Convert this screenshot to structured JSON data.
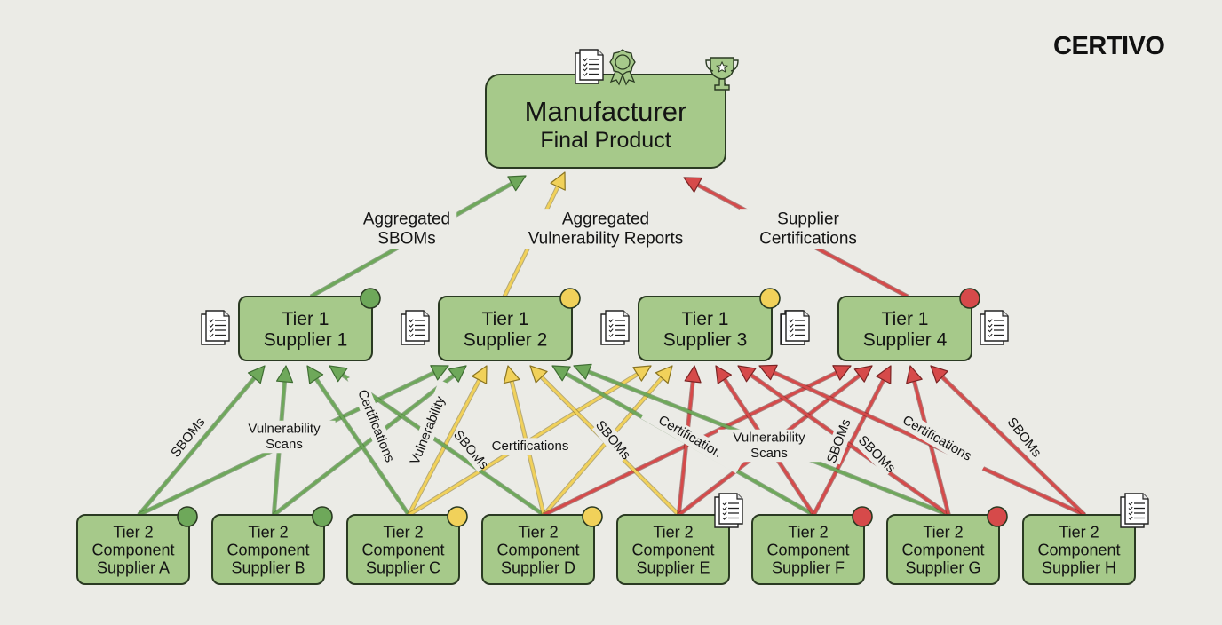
{
  "brand": {
    "name": "CERTIVO"
  },
  "colors": {
    "background": "#ebebe6",
    "node_fill": "#a6c98a",
    "node_stroke": "#2a3a22",
    "green": "#6ea85a",
    "yellow": "#f1d15a",
    "red": "#d64a4a"
  },
  "manufacturer": {
    "id": "M",
    "line1": "Manufacturer",
    "line2": "Final Product",
    "icons": [
      "document-checklist-icon",
      "award-ribbon-icon",
      "trophy-icon"
    ]
  },
  "tier1": [
    {
      "id": "T1",
      "line1": "Tier 1",
      "line2": "Supplier 1",
      "status": "green",
      "doc_icon": "left"
    },
    {
      "id": "T2",
      "line1": "Tier 1",
      "line2": "Supplier 2",
      "status": "yellow",
      "doc_icon": "left"
    },
    {
      "id": "T3",
      "line1": "Tier 1",
      "line2": "Supplier 3",
      "status": "yellow",
      "doc_icon": "both"
    },
    {
      "id": "T4",
      "line1": "Tier 1",
      "line2": "Supplier 4",
      "status": "red",
      "doc_icon": "right"
    }
  ],
  "tier2": [
    {
      "id": "A",
      "line1": "Tier 2",
      "line2": "Component",
      "line3": "Supplier A",
      "status": "green"
    },
    {
      "id": "B",
      "line1": "Tier 2",
      "line2": "Component",
      "line3": "Supplier B",
      "status": "green"
    },
    {
      "id": "C",
      "line1": "Tier 2",
      "line2": "Component",
      "line3": "Supplier C",
      "status": "yellow"
    },
    {
      "id": "D",
      "line1": "Tier 2",
      "line2": "Component",
      "line3": "Supplier D",
      "status": "yellow"
    },
    {
      "id": "E",
      "line1": "Tier 2",
      "line2": "Component",
      "line3": "Supplier E",
      "status": "document"
    },
    {
      "id": "F",
      "line1": "Tier 2",
      "line2": "Component",
      "line3": "Supplier F",
      "status": "red"
    },
    {
      "id": "G",
      "line1": "Tier 2",
      "line2": "Component",
      "line3": "Supplier G",
      "status": "red"
    },
    {
      "id": "H",
      "line1": "Tier 2",
      "line2": "Component",
      "line3": "Supplier H",
      "status": "document"
    }
  ],
  "top_flows": [
    {
      "from": "T1",
      "to": "M",
      "color": "green",
      "label": [
        "Aggregated",
        "SBOMs"
      ]
    },
    {
      "from": "T2",
      "to": "M",
      "color": "yellow",
      "label": [
        "Aggregated",
        "Vulnerability Reports"
      ]
    },
    {
      "from": "T4",
      "to": "M",
      "color": "red",
      "label": [
        "Supplier",
        "Certifications"
      ]
    }
  ],
  "edges": [
    {
      "from": "A",
      "to": "T1",
      "color": "green"
    },
    {
      "from": "A",
      "to": "T2",
      "color": "green"
    },
    {
      "from": "B",
      "to": "T1",
      "color": "green"
    },
    {
      "from": "B",
      "to": "T2",
      "color": "green"
    },
    {
      "from": "C",
      "to": "T1",
      "color": "green"
    },
    {
      "from": "C",
      "to": "T2",
      "color": "yellow"
    },
    {
      "from": "C",
      "to": "T3",
      "color": "yellow"
    },
    {
      "from": "D",
      "to": "T1",
      "color": "green"
    },
    {
      "from": "D",
      "to": "T2",
      "color": "yellow"
    },
    {
      "from": "D",
      "to": "T3",
      "color": "yellow"
    },
    {
      "from": "D",
      "to": "T4",
      "color": "red"
    },
    {
      "from": "E",
      "to": "T2",
      "color": "yellow"
    },
    {
      "from": "E",
      "to": "T3",
      "color": "red"
    },
    {
      "from": "E",
      "to": "T4",
      "color": "red"
    },
    {
      "from": "F",
      "to": "T2",
      "color": "green"
    },
    {
      "from": "F",
      "to": "T3",
      "color": "red"
    },
    {
      "from": "F",
      "to": "T4",
      "color": "red"
    },
    {
      "from": "G",
      "to": "T2",
      "color": "green"
    },
    {
      "from": "G",
      "to": "T3",
      "color": "red"
    },
    {
      "from": "G",
      "to": "T4",
      "color": "red"
    },
    {
      "from": "H",
      "to": "T3",
      "color": "red"
    },
    {
      "from": "H",
      "to": "T4",
      "color": "red"
    }
  ],
  "edge_labels": [
    {
      "text": [
        "SBOMs"
      ],
      "kind": "sbom-a"
    },
    {
      "text": [
        "Vulnerability",
        "Scans"
      ],
      "kind": "vuln-left"
    },
    {
      "text": [
        "Certifications"
      ],
      "kind": "cert-c"
    },
    {
      "text": [
        "Vulnerability"
      ],
      "kind": "vuln-c"
    },
    {
      "text": [
        "SBOMs"
      ],
      "kind": "sbom-d"
    },
    {
      "text": [
        "Certifications"
      ],
      "kind": "cert-mid"
    },
    {
      "text": [
        "SBOMs"
      ],
      "kind": "sbom-e"
    },
    {
      "text": [
        "Certifications"
      ],
      "kind": "cert-e"
    },
    {
      "text": [
        "Vulnerability",
        "Scans"
      ],
      "kind": "vuln-right"
    },
    {
      "text": [
        "SBOMs"
      ],
      "kind": "sbom-f"
    },
    {
      "text": [
        "SBOMs"
      ],
      "kind": "sbom-g"
    },
    {
      "text": [
        "Certifications"
      ],
      "kind": "cert-g"
    },
    {
      "text": [
        "SBOMs"
      ],
      "kind": "sbom-h"
    }
  ]
}
